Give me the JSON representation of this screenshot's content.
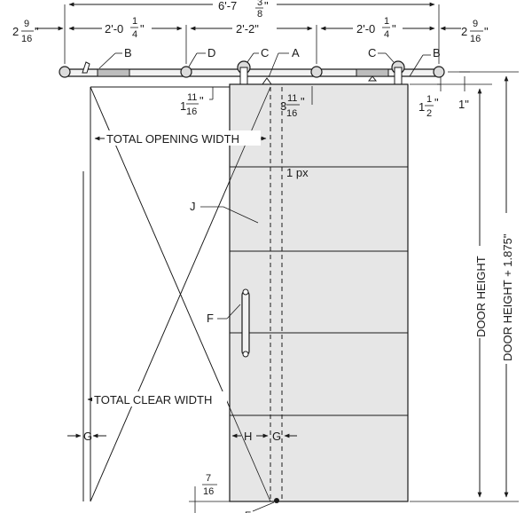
{
  "dimensions": {
    "overall_width": "6'-7",
    "overall_width_frac_num": "3",
    "overall_width_frac_den": "8",
    "overall_width_inch": "\"",
    "left_end_whole": "2",
    "left_end_num": "9",
    "left_end_den": "16",
    "left_end_inch": "\"",
    "right_end_whole": "2",
    "right_end_num": "9",
    "right_end_den": "16",
    "right_end_inch": "\"",
    "span_left": "2'-0",
    "span_left_num": "1",
    "span_left_den": "4",
    "span_left_inch": "\"",
    "span_center": "2'-2\"",
    "span_right": "2'-0",
    "span_right_num": "1",
    "span_right_den": "4",
    "span_right_inch": "\"",
    "wall_gap_whole": "1",
    "wall_gap_num": "11",
    "wall_gap_den": "16",
    "wall_gap_inch": "\"",
    "rail_gap_whole": "3",
    "rail_gap_num": "11",
    "rail_gap_den": "16",
    "rail_gap_inch": "\"",
    "hanger_whole": "1",
    "hanger_num": "1",
    "hanger_den": "2",
    "hanger_inch": "\"",
    "hanger_small": "1\"",
    "floor_num": "7",
    "floor_den": "16",
    "door_height": "DOOR HEIGHT",
    "door_height_plus": "DOOR HEIGHT + 1.875\""
  },
  "labels": {
    "total_opening_width": "TOTAL OPENING WIDTH",
    "total_clear_width": "TOTAL CLEAR WIDTH",
    "px": "1 px"
  },
  "callouts": {
    "a": "A",
    "b_left": "B",
    "b_right": "B",
    "c_left": "C",
    "c_right": "C",
    "d": "D",
    "e": "E",
    "f": "F",
    "g_left": "G",
    "g_right": "G",
    "h": "H",
    "j": "J"
  }
}
